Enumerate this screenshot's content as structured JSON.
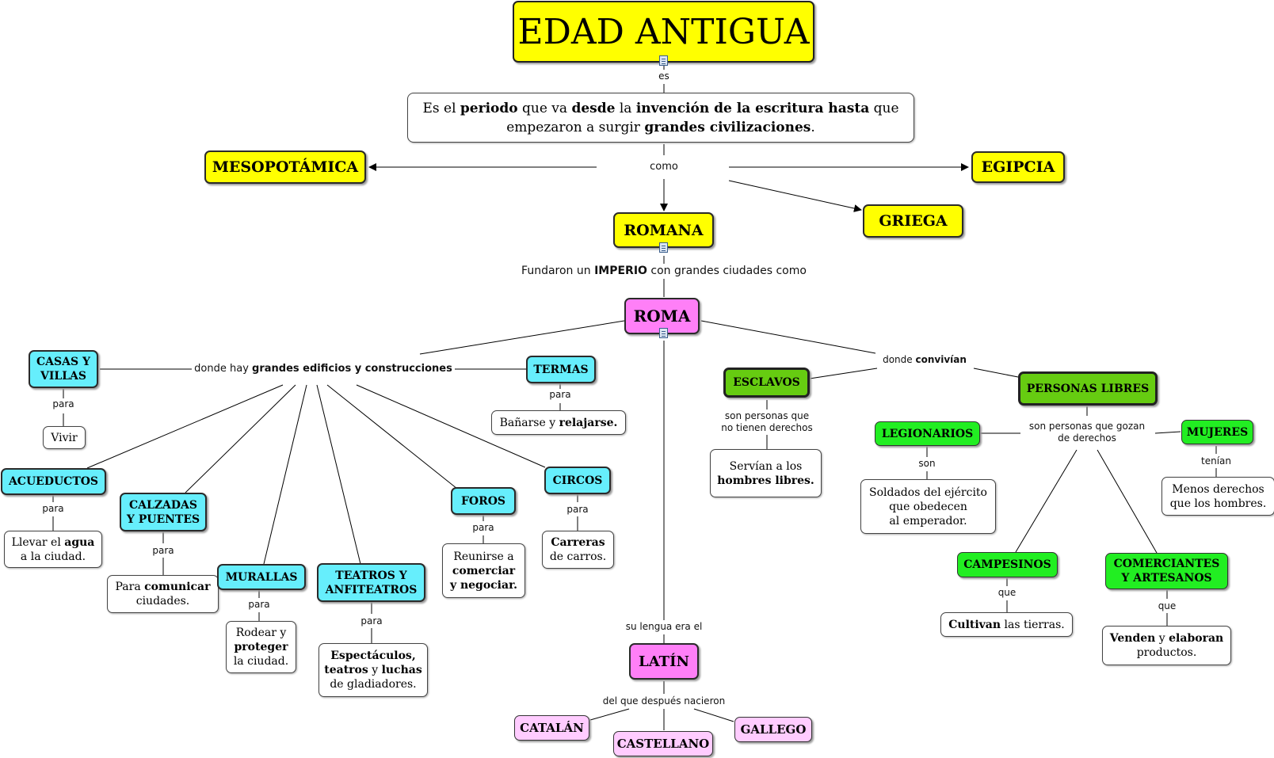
{
  "title": "EDAD ANTIGUA",
  "links": {
    "es": "es",
    "como": "como",
    "fundaron": "Fundaron un |IMPERIO| con grandes ciudades como",
    "donde_hay": "donde hay |grandes edificios y construcciones|",
    "donde_conviven": "donde |convivían|",
    "son_personas_sin": "son personas que\nno tienen derechos",
    "son_personas_gozan": "son personas que gozan\nde derechos",
    "su_lengua": "su lengua era el",
    "del_que": "del que después nacieron",
    "para_vivir": "para",
    "para_termas": "para",
    "para_acueductos": "para",
    "para_calzadas": "para",
    "para_murallas": "para",
    "para_teatros": "para",
    "para_foros": "para",
    "para_circos": "para",
    "son_legionarios": "son",
    "tenian": "tenían",
    "que_campesinos": "que",
    "que_comerciantes": "que"
  },
  "nodes": {
    "definicion": "Es el |periodo| que va |desde| la |invención de la escritura hasta| que\nempezaron a surgir |grandes civilizaciones|.",
    "mesopotamica": "MESOPOTÁMICA",
    "egipcia": "EGIPCIA",
    "romana": "ROMANA",
    "griega": "GRIEGA",
    "roma": "ROMA",
    "casas_villas": "CASAS Y\nVILLAS",
    "vivir": "Vivir",
    "termas": "TERMAS",
    "banarse": "Bañarse y |relajarse.|",
    "acueductos": "ACUEDUCTOS",
    "llevar_agua": "Llevar el |agua|\na la ciudad.",
    "calzadas": "CALZADAS\nY PUENTES",
    "comunicar": "Para |comunicar|\nciudades.",
    "murallas": "MURALLAS",
    "rodear": "Rodear y\n|proteger|\nla ciudad.",
    "teatros": "TEATROS Y\nANFITEATROS",
    "espectaculos": "|Espectáculos,|\n|teatros| y |luchas|\nde gladiadores.",
    "foros": "FOROS",
    "reunirse": "Reunirse a\n|comerciar|\n|y negociar.|",
    "circos": "CIRCOS",
    "carreras": "|Carreras|\nde carros.",
    "esclavos": "ESCLAVOS",
    "servian": "Servían a los\n|hombres libres.|",
    "personas_libres": "PERSONAS LIBRES",
    "legionarios": "LEGIONARIOS",
    "soldados": "Soldados del ejército\nque obedecen\nal emperador.",
    "mujeres": "MUJERES",
    "menos_derechos": "Menos derechos\nque los hombres.",
    "campesinos": "CAMPESINOS",
    "cultivan": "|Cultivan| las tierras.",
    "comerciantes": "COMERCIANTES\nY ARTESANOS",
    "venden": "|Venden| y |elaboran|\nproductos.",
    "latin": "LATÍN",
    "catalan": "CATALÁN",
    "castellano": "CASTELLANO",
    "gallego": "GALLEGO"
  }
}
